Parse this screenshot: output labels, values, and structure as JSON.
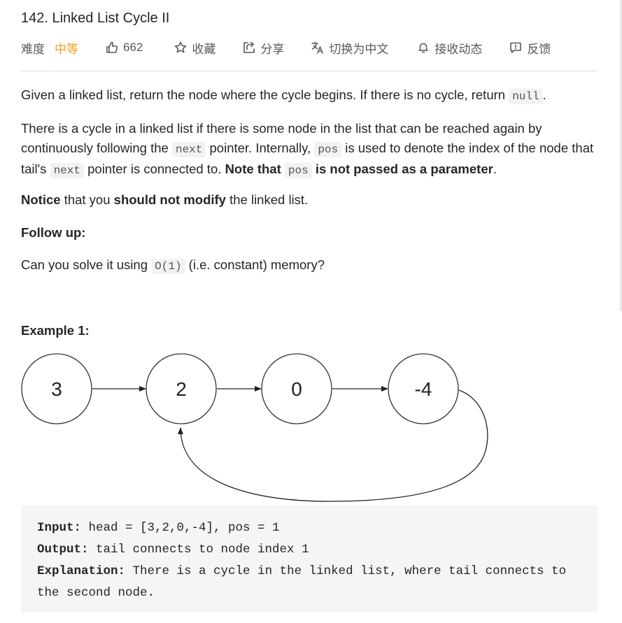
{
  "problem": {
    "title": "142. Linked List Cycle II"
  },
  "toolbar": {
    "difficulty_label": "难度",
    "difficulty_value": "中等",
    "difficulty_color": "#f0a020",
    "likes_icon": "thumbs-up-icon",
    "likes_count": "662",
    "favorite_icon": "star-icon",
    "favorite_label": "收藏",
    "share_icon": "share-icon",
    "share_label": "分享",
    "translate_icon": "translate-icon",
    "translate_label": "切换为中文",
    "subscribe_icon": "bell-icon",
    "subscribe_label": "接收动态",
    "feedback_icon": "feedback-icon",
    "feedback_label": "反馈"
  },
  "description": {
    "p1_text": "Given a linked list, return the node where the cycle begins. If there is no cycle, return ",
    "p1_code": "null",
    "p1_end": ".",
    "p2_a": "There is a cycle in a linked list if there is some node in the list that can be reached again by continuously following the ",
    "p2_code1": "next",
    "p2_b": " pointer. Internally, ",
    "p2_code2": "pos",
    "p2_c": " is used to denote the index of the node that tail's ",
    "p2_code3": "next",
    "p2_d": " pointer is connected to. ",
    "p2_bold1": "Note that ",
    "p2_code4": "pos",
    "p2_bold2": " is not passed as a parameter",
    "p2_end": ".",
    "p3_bold1": "Notice",
    "p3_a": " that you ",
    "p3_bold2": "should not modify",
    "p3_b": " the linked list.",
    "followup_title": "Follow up:",
    "p5_a": "Can you solve it using ",
    "p5_code": "O(1)",
    "p5_b": " (i.e. constant) memory?"
  },
  "example": {
    "title": "Example 1:",
    "nodes": [
      "3",
      "2",
      "0",
      "-4"
    ],
    "input_label": "Input:",
    "input_value": " head = [3,2,0,-4], pos = 1",
    "output_label": "Output:",
    "output_value": " tail connects to node index 1",
    "explanation_label": "Explanation:",
    "explanation_value": " There is a cycle in the linked list, where tail connects to the second node."
  }
}
